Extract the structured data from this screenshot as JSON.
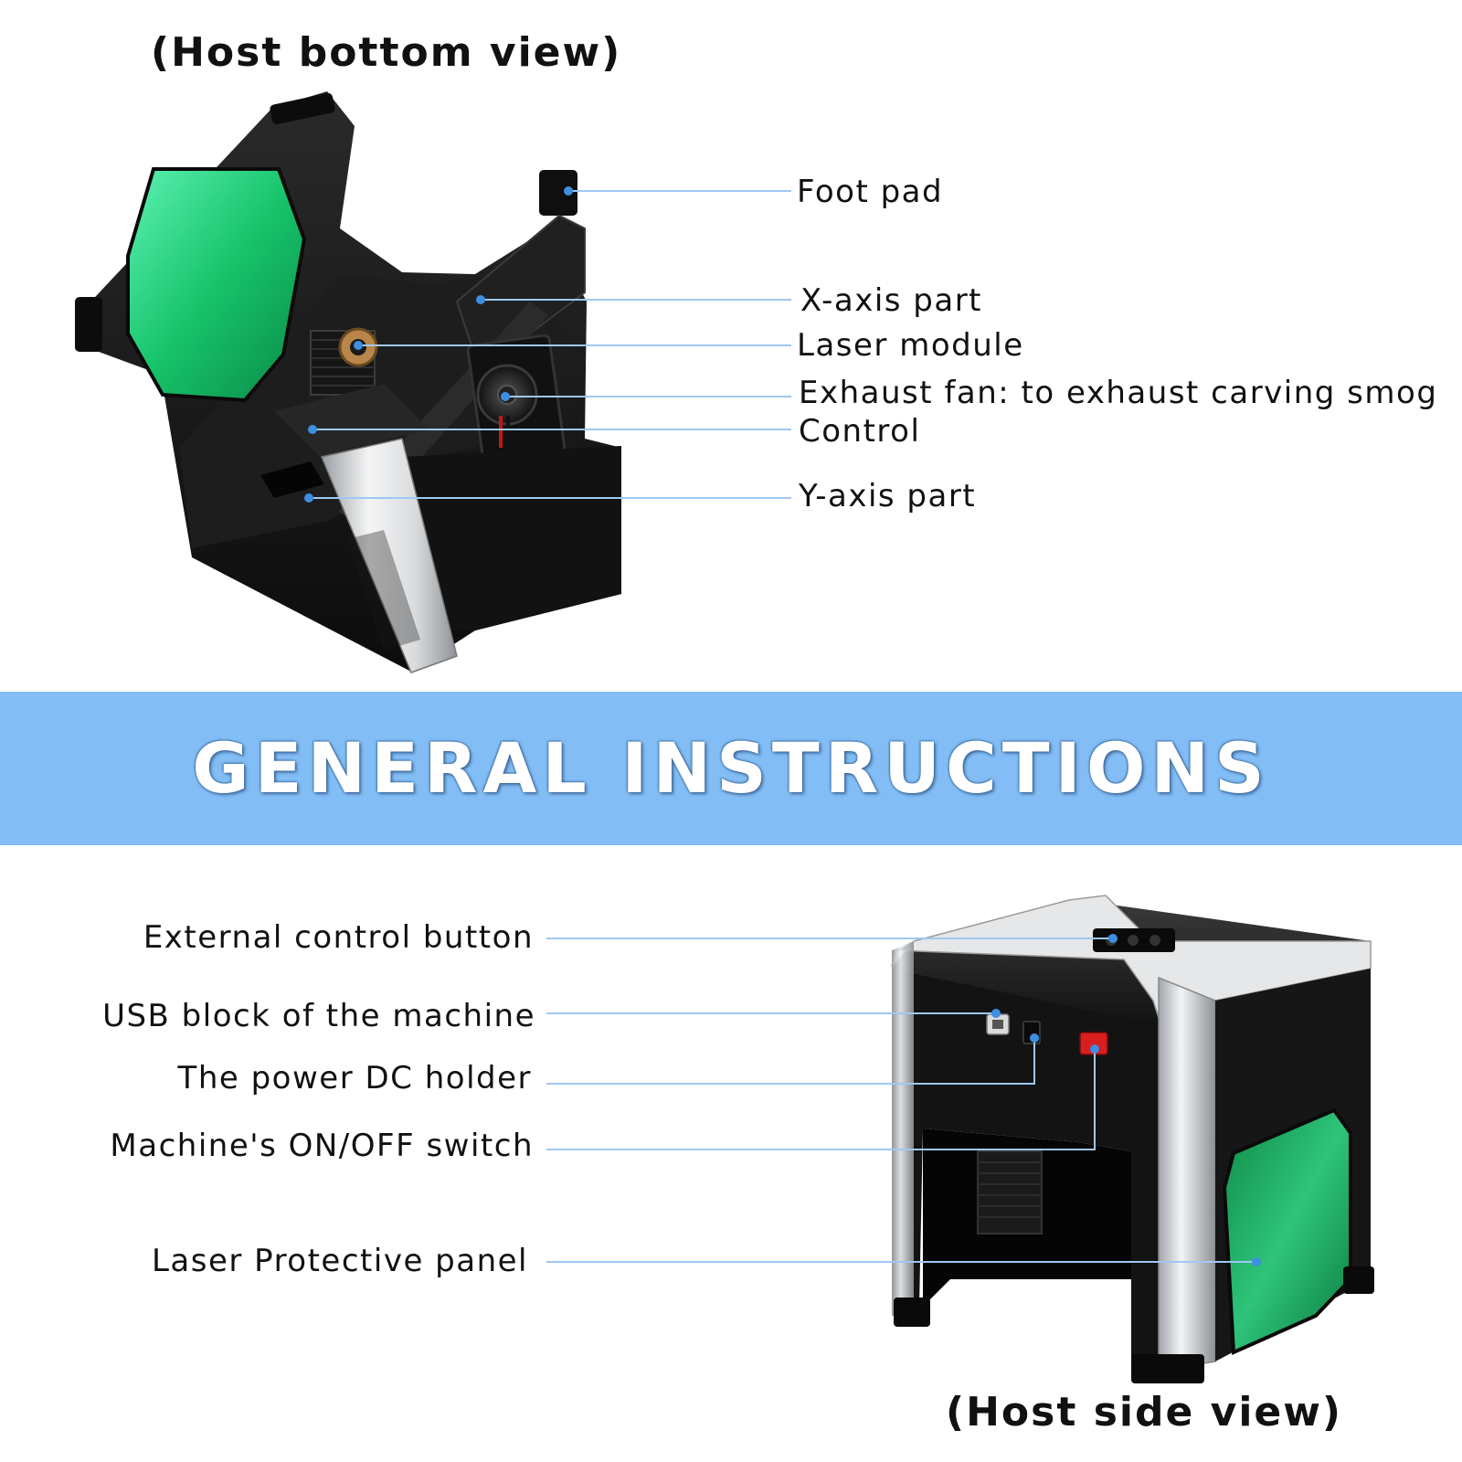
{
  "top_view": {
    "title": "(Host bottom view)",
    "labels": [
      "Foot pad",
      "X-axis part",
      "Laser module",
      "Exhaust fan: to exhaust carving smog",
      "Control",
      "Y-axis part"
    ]
  },
  "banner": {
    "title": "GENERAL INSTRUCTIONS",
    "color": "#82bdf6"
  },
  "side_view": {
    "title": "(Host side view)",
    "labels": [
      "External control button",
      "USB block of the machine",
      "The power DC holder",
      "Machine's ON/OFF switch",
      "Laser Protective panel"
    ]
  },
  "colors": {
    "leader_line": "#9ec8f2",
    "leader_dot": "#3d8fe0",
    "panel_green": "#1ec070",
    "body_black": "#141414",
    "frame_silver": "#d6d8da"
  }
}
